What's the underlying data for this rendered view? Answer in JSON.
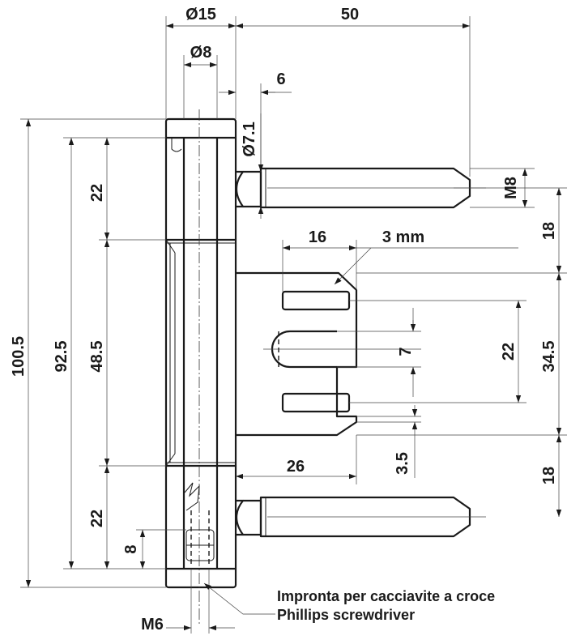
{
  "dimensions": {
    "dia15": "Ø15",
    "dim50": "50",
    "dia8": "Ø8",
    "dim6": "6",
    "dia7_1": "Ø7.1",
    "m8": "M8",
    "dim16": "16",
    "mm3": "3 mm",
    "dim18_top": "18",
    "dim22_left_top": "22",
    "dim92_5": "92.5",
    "dim100_5": "100.5",
    "dim48_5": "48.5",
    "dim22_plate": "22",
    "dim7": "7",
    "dim34_5": "34.5",
    "dim26": "26",
    "dim3_5": "3.5",
    "dim18_bottom": "18",
    "dim22_left_bottom": "22",
    "dim8": "8",
    "m6": "M6"
  },
  "notes": {
    "line1": "Impronta per cacciavite a croce",
    "line2": "Phillips screwdriver"
  }
}
